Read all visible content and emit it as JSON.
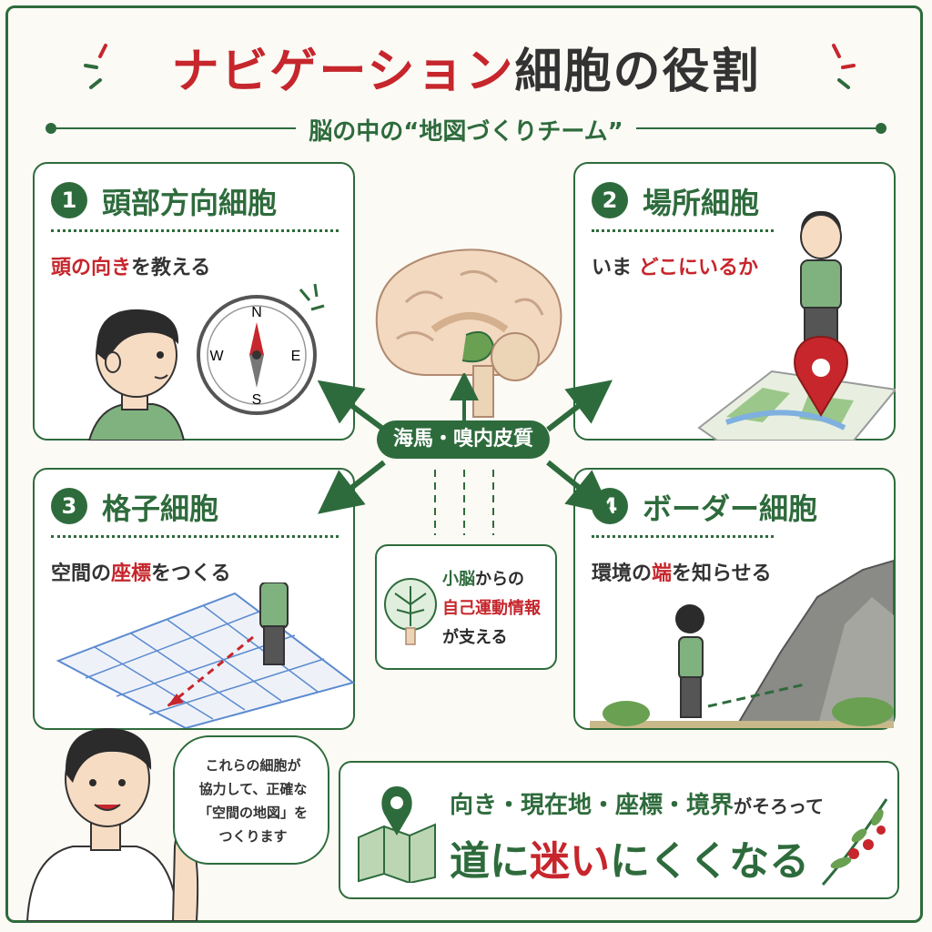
{
  "title": {
    "red": "ナビゲーション",
    "dark": "細胞の役割"
  },
  "subtitle": "脳の中の“地図づくりチーム”",
  "center_label": "海馬・嗅内皮質",
  "panels": [
    {
      "number": "1",
      "title": "頭部方向細胞",
      "desc_hl": "頭の向き",
      "desc_rest": "を教える",
      "compass": {
        "n": "N",
        "e": "E",
        "s": "S",
        "w": "W"
      }
    },
    {
      "number": "2",
      "title": "場所細胞",
      "desc_pre": "いま ",
      "desc_hl": "どこにいるか"
    },
    {
      "number": "3",
      "title": "格子細胞",
      "desc_pre": "空間の",
      "desc_hl": "座標",
      "desc_rest": "をつくる"
    },
    {
      "number": "4",
      "title": "ボーダー細胞",
      "desc_pre": "環境の",
      "desc_hl": "端",
      "desc_rest": "を知らせる"
    }
  ],
  "cerebellum_box": {
    "line1_green": "小脳",
    "line1_rest": "からの",
    "line2_red": "自己運動情報",
    "line3": "が支える"
  },
  "bubble": {
    "line1": "これらの細胞が",
    "line2": "協力して、正確な",
    "line3": "「空間の地図」を",
    "line4": "つくります"
  },
  "summary": {
    "line1": "向き・現在地・座標・境界",
    "line1_tail": "がそろって",
    "line2_pre": "道に",
    "line2_red": "迷い",
    "line2_rest": "にくくなる"
  },
  "colors": {
    "green": "#2e6b3c",
    "red": "#c6262c"
  }
}
